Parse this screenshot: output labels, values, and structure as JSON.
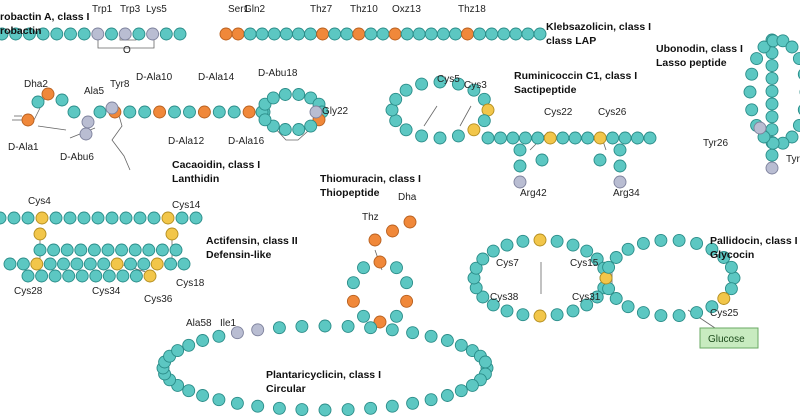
{
  "colors": {
    "teal": "#5cc7c2",
    "teal_stroke": "#2a8c88",
    "orange": "#f0883a",
    "orange_stroke": "#b8601f",
    "gray": "#b9bdd2",
    "gray_stroke": "#7d819c",
    "yellow": "#f2c64a",
    "yellow_stroke": "#b38d1f",
    "glucose_fill": "#c8ebc0",
    "glucose_stroke": "#6aaa63"
  },
  "panels": {
    "microbactin": {
      "title": "robactin A, class I",
      "subtitle": "robactin",
      "labels": [
        "Trp1",
        "Trp3",
        "Lys5"
      ],
      "ring_label": "O"
    },
    "klebsazolicin": {
      "title": "Klebsazolicin, class I",
      "subtitle": "class LAP",
      "labels": [
        "Ser1",
        "Gln2",
        "Thz7",
        "Thz10",
        "Oxz13",
        "Thz18"
      ]
    },
    "ubonodin": {
      "title": "Ubonodin, class I",
      "subtitle": "Lasso peptide",
      "labels": [
        "Tyr26",
        "Tyr"
      ]
    },
    "cacaoidin": {
      "title": "Cacaoidin, class I",
      "subtitle": "Lanthidin",
      "labels": [
        "Dha2",
        "Ala5",
        "Tyr8",
        "D-Ala10",
        "D-Ala14",
        "D-Abu18",
        "Gly22",
        "D-Ala1",
        "D-Abu6",
        "D-Ala12",
        "D-Ala16"
      ]
    },
    "ruminicoccin": {
      "title": "Ruminicoccin C1, class I",
      "subtitle": "Sactipeptide",
      "labels": [
        "Cys5",
        "Cys3",
        "Cys22",
        "Cys26",
        "Arg42",
        "Arg34"
      ]
    },
    "actifensin": {
      "title": "Actifensin, class II",
      "subtitle": "Defensin-like",
      "labels": [
        "Cys4",
        "Cys14",
        "Cys28",
        "Cys34",
        "Cys36",
        "Cys18"
      ]
    },
    "thiomuracin": {
      "title": "Thiomuracin, class I",
      "subtitle": "Thiopeptide",
      "labels": [
        "Thz",
        "Dha"
      ]
    },
    "pallidocin": {
      "title": "Pallidocin, class I",
      "subtitle": "Glycocin",
      "labels": [
        "Cys7",
        "Cys15",
        "Cys38",
        "Cys31",
        "Cys25"
      ],
      "glucose": "Glucose"
    },
    "plantaricyclicin": {
      "title": "Plantaricyclicin, class I",
      "subtitle": "Circular",
      "labels": [
        "Ala58",
        "Ile1"
      ]
    }
  }
}
